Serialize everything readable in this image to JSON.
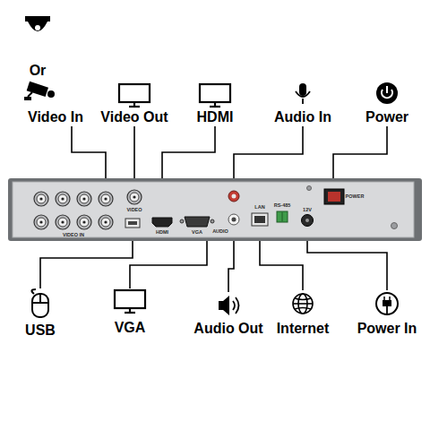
{
  "diagram": {
    "labels": [
      "Or",
      "Video In",
      "Video Out",
      "HDMI",
      "Audio In",
      "Power",
      "VIDEO IN",
      "VIDEO",
      "HDMI",
      "VGA",
      "AUDIO",
      "LAN",
      "RS-485",
      "12V",
      "POWER",
      "USB",
      "VGA",
      "Audio Out",
      "Internet",
      "Power In"
    ]
  }
}
